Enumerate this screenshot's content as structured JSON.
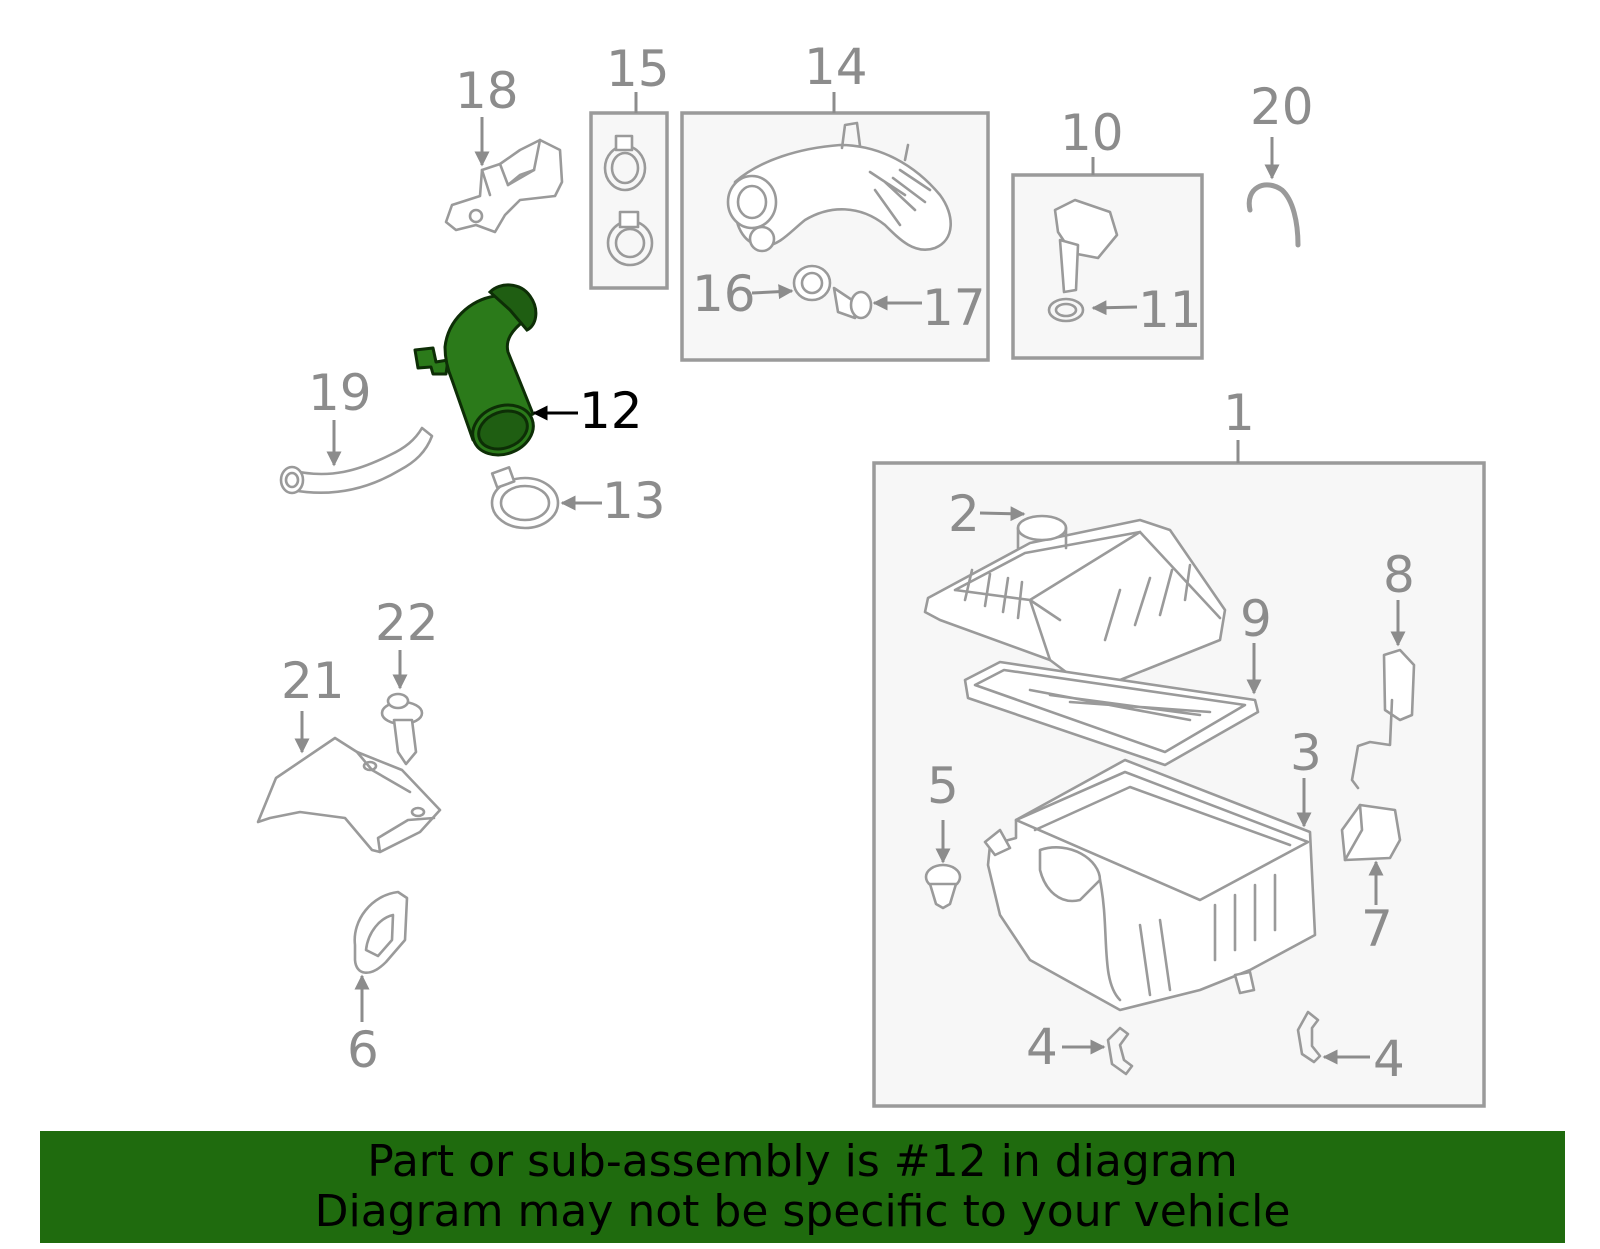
{
  "callouts": {
    "c1": "1",
    "c2": "2",
    "c3": "3",
    "c4a": "4",
    "c4b": "4",
    "c5": "5",
    "c6": "6",
    "c7": "7",
    "c8": "8",
    "c9": "9",
    "c10": "10",
    "c11": "11",
    "c12": "12",
    "c13": "13",
    "c14": "14",
    "c15": "15",
    "c16": "16",
    "c17": "17",
    "c18": "18",
    "c19": "19",
    "c20": "20",
    "c21": "21",
    "c22": "22"
  },
  "highlighted_part": "12",
  "colors": {
    "highlight": "#2b7a1a",
    "banner": "#1f6b0e",
    "line_art": "#9a9a9a"
  },
  "banner": {
    "line1": "Part or sub-assembly is #12 in diagram",
    "line2": "Diagram may not be specific to your vehicle"
  }
}
